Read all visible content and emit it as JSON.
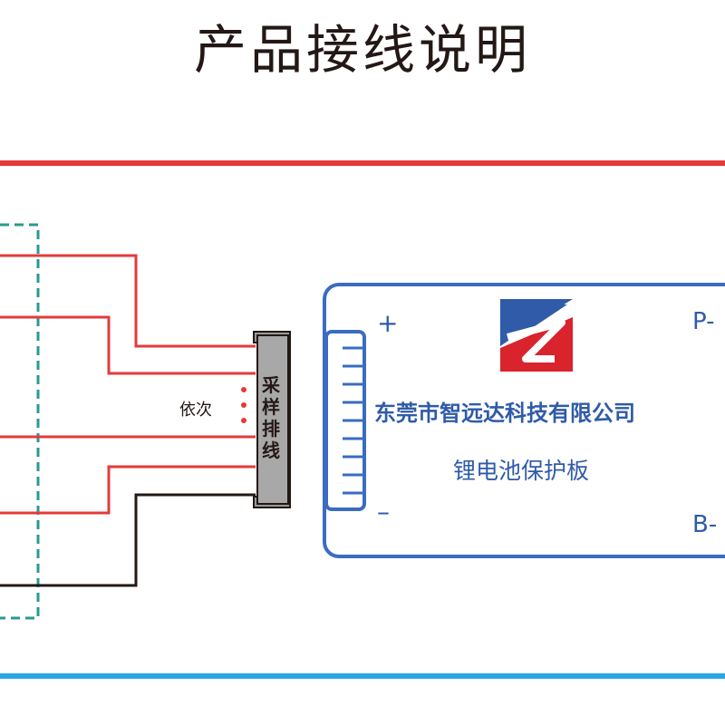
{
  "title": "产品接线说明",
  "sequence_label": "依次",
  "connector_label": "采样排线",
  "board": {
    "company": "东莞市智远达科技有限公司",
    "product": "锂电池保护板",
    "plus": "+",
    "minus": "–",
    "p_minus": "P-",
    "b_minus": "B-"
  },
  "colors": {
    "positive_wire": "#e43a3a",
    "negative_wire": "#2aa7e2",
    "ground_wire": "#231815",
    "board_outline": "#3a6cc1",
    "battery_box": "#2a9a8f",
    "connector": "#8c8c8c"
  },
  "icons": [
    "company-logo-icon"
  ]
}
